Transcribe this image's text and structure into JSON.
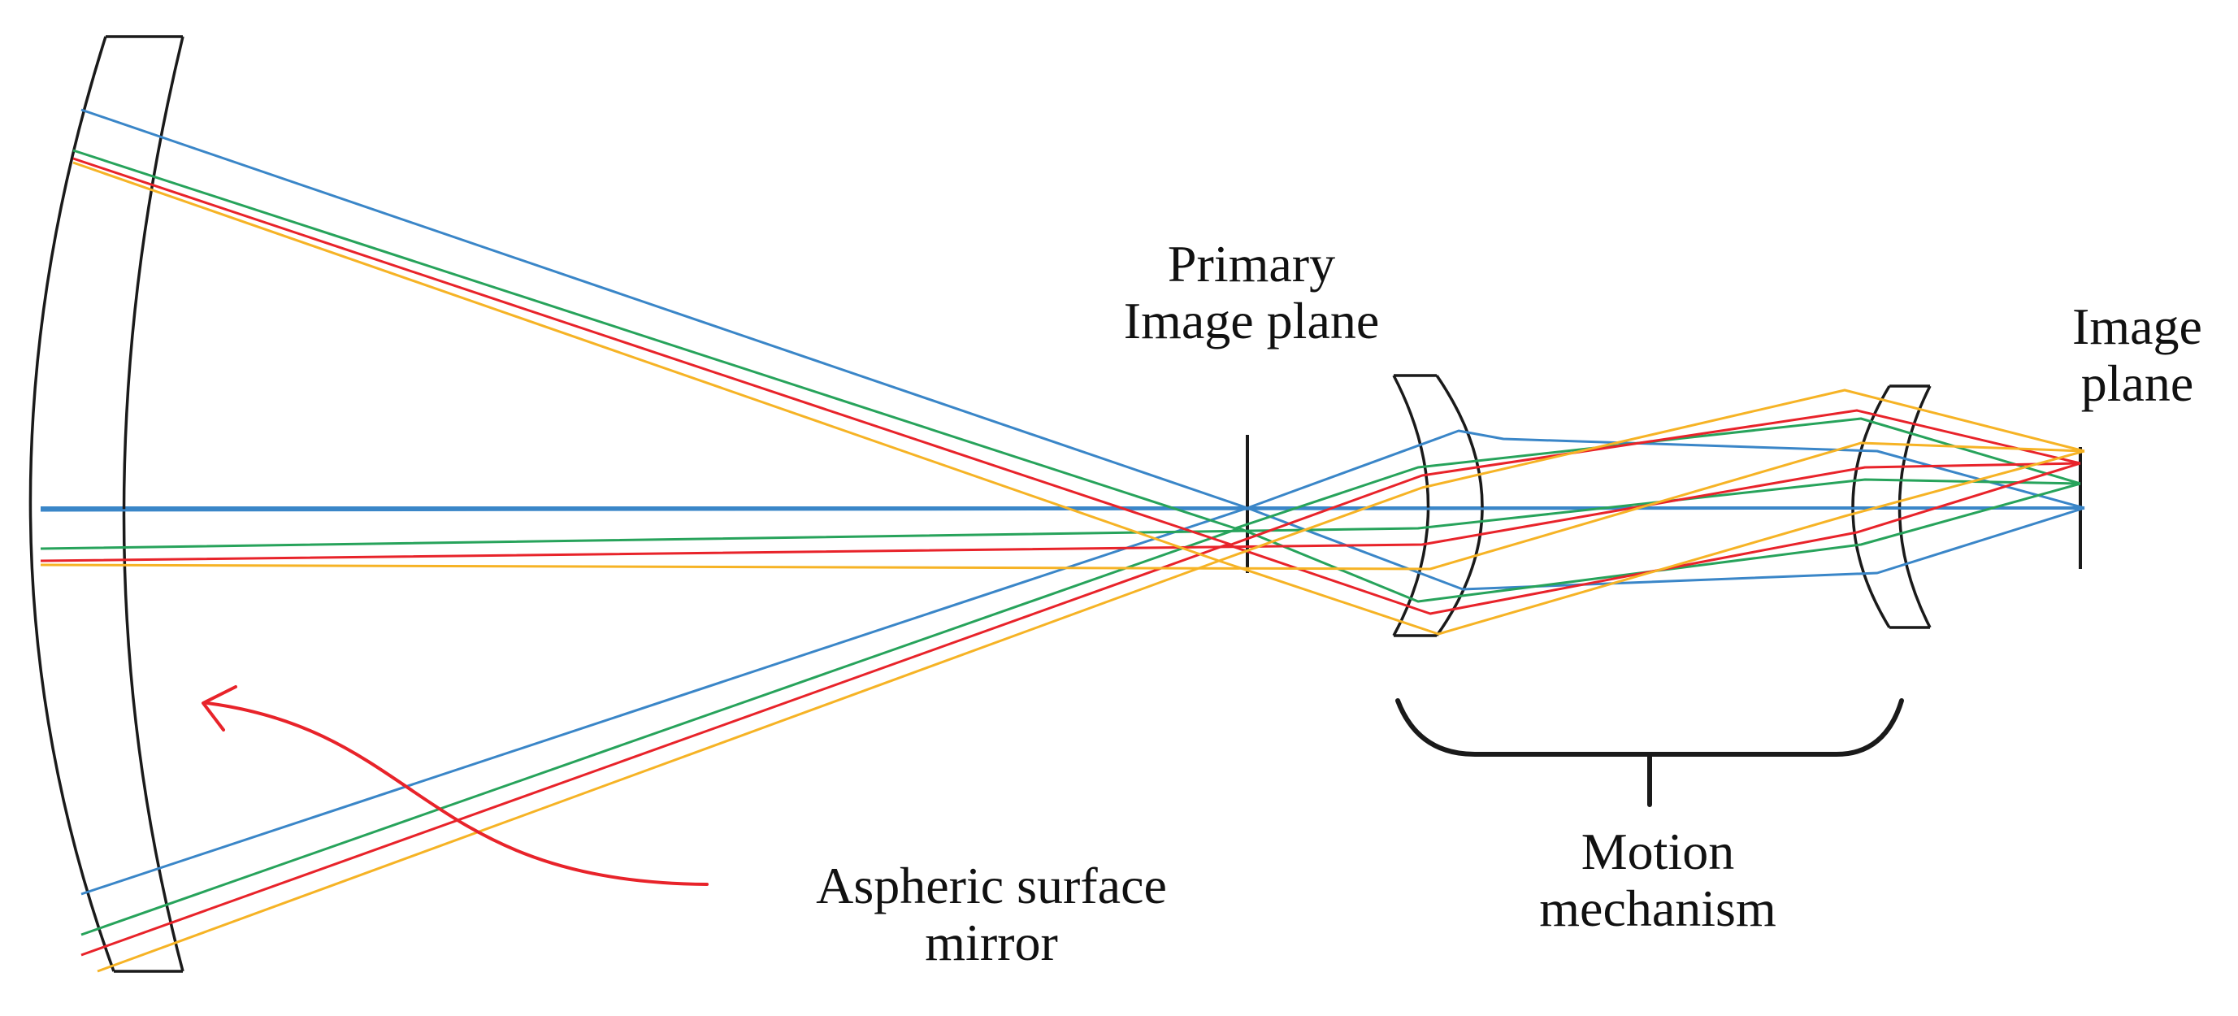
{
  "labels": {
    "primary_image_plane": [
      "Primary",
      "Image plane"
    ],
    "image_plane": [
      "Image",
      "plane"
    ],
    "motion_mechanism": [
      "Motion",
      "mechanism"
    ],
    "aspheric_mirror": [
      "Aspheric surface",
      "mirror"
    ]
  },
  "colors": {
    "outline": "#1a1a1a",
    "blue": "#3a86c8",
    "green": "#27a35b",
    "red": "#e8232a",
    "yellow": "#f6b325",
    "arrow": "#e8232a"
  },
  "ray_groups": [
    "blue",
    "green",
    "red",
    "yellow"
  ]
}
